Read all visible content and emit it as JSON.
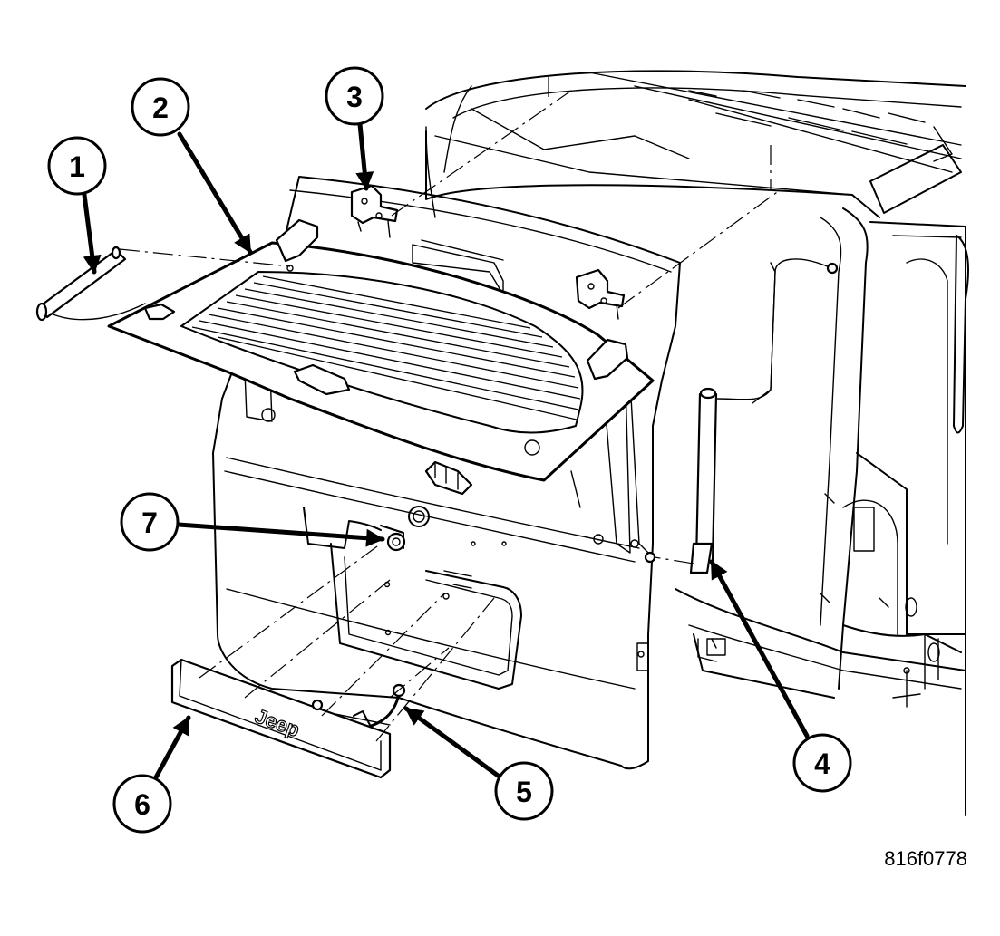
{
  "figure_code": "816f0778",
  "emblem_text": "Jeep",
  "callouts": [
    {
      "id": "1",
      "label": "1"
    },
    {
      "id": "2",
      "label": "2"
    },
    {
      "id": "3",
      "label": "3"
    },
    {
      "id": "4",
      "label": "4"
    },
    {
      "id": "5",
      "label": "5"
    },
    {
      "id": "6",
      "label": "6"
    },
    {
      "id": "7",
      "label": "7"
    }
  ]
}
